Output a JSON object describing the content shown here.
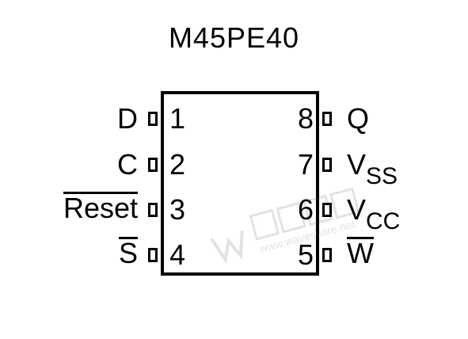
{
  "title": "M45PE40",
  "pins": {
    "left": [
      {
        "number": "1",
        "signal": "D",
        "overbar": false
      },
      {
        "number": "2",
        "signal": "C",
        "overbar": false
      },
      {
        "number": "3",
        "signal": "Reset",
        "overbar": true
      },
      {
        "number": "4",
        "signal": "S",
        "overbar": true
      }
    ],
    "right": [
      {
        "number": "8",
        "signal": "Q",
        "overbar": false
      },
      {
        "number": "7",
        "signal": "V",
        "subscript": "SS",
        "overbar": false
      },
      {
        "number": "6",
        "signal": "V",
        "subscript": "CC",
        "overbar": false
      },
      {
        "number": "5",
        "signal": "W",
        "overbar": true
      }
    ]
  },
  "watermark": {
    "text": "www.waveshare.net"
  }
}
